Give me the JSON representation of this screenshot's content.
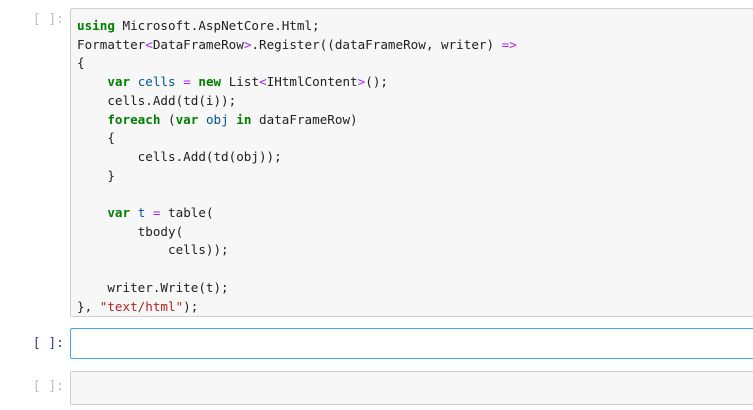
{
  "notebook": {
    "cells": [
      {
        "prompt": "[ ]:",
        "state": "inactive",
        "lines": [
          [
            {
              "t": "using",
              "c": "kw"
            },
            {
              "t": " Microsoft.AspNetCore.Html;"
            }
          ],
          [
            {
              "t": "Formatter"
            },
            {
              "t": "<",
              "c": "op"
            },
            {
              "t": "DataFrameRow"
            },
            {
              "t": ">",
              "c": "op"
            },
            {
              "t": ".Register((dataFrameRow, writer) "
            },
            {
              "t": "=>",
              "c": "op"
            }
          ],
          [
            {
              "t": "{"
            }
          ],
          [
            {
              "t": "    "
            },
            {
              "t": "var",
              "c": "kw"
            },
            {
              "t": " "
            },
            {
              "t": "cells",
              "c": "var"
            },
            {
              "t": " "
            },
            {
              "t": "=",
              "c": "op"
            },
            {
              "t": " "
            },
            {
              "t": "new",
              "c": "kw"
            },
            {
              "t": " List"
            },
            {
              "t": "<",
              "c": "op"
            },
            {
              "t": "IHtmlContent"
            },
            {
              "t": ">",
              "c": "op"
            },
            {
              "t": "();"
            }
          ],
          [
            {
              "t": "    cells.Add(td(i));"
            }
          ],
          [
            {
              "t": "    "
            },
            {
              "t": "foreach",
              "c": "kw"
            },
            {
              "t": " ("
            },
            {
              "t": "var",
              "c": "kw"
            },
            {
              "t": " "
            },
            {
              "t": "obj",
              "c": "var"
            },
            {
              "t": " "
            },
            {
              "t": "in",
              "c": "kw"
            },
            {
              "t": " dataFrameRow)"
            }
          ],
          [
            {
              "t": "    {"
            }
          ],
          [
            {
              "t": "        cells.Add(td(obj));"
            }
          ],
          [
            {
              "t": "    }"
            }
          ],
          [
            {
              "t": ""
            }
          ],
          [
            {
              "t": "    "
            },
            {
              "t": "var",
              "c": "kw"
            },
            {
              "t": " "
            },
            {
              "t": "t",
              "c": "var"
            },
            {
              "t": " "
            },
            {
              "t": "=",
              "c": "op"
            },
            {
              "t": " table("
            }
          ],
          [
            {
              "t": "        tbody("
            }
          ],
          [
            {
              "t": "            cells));"
            }
          ],
          [
            {
              "t": ""
            }
          ],
          [
            {
              "t": "    writer.Write(t);"
            }
          ],
          [
            {
              "t": "}, "
            },
            {
              "t": "\"text/html\"",
              "c": "str"
            },
            {
              "t": ");"
            }
          ]
        ]
      },
      {
        "prompt": "[ ]:",
        "state": "active",
        "lines": []
      },
      {
        "prompt": "[ ]:",
        "state": "inactive",
        "lines": []
      }
    ]
  },
  "colors": {
    "keyword": "#008000",
    "string": "#ba2121",
    "operator": "#aa22ff",
    "variable": "#0055aa",
    "active_border": "#42a5f5",
    "active_prompt": "#303f9f"
  }
}
